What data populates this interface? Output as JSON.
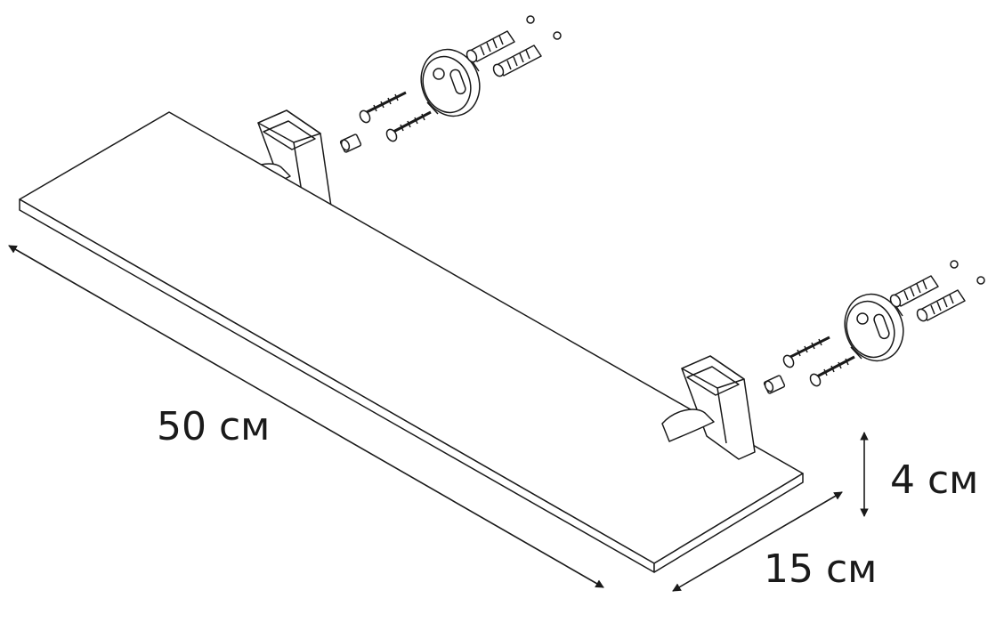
{
  "dimensions": {
    "length": "50 см",
    "height": "4 см",
    "depth": "15 см"
  },
  "colors": {
    "line": "#1a1a1a",
    "fill": "#ffffff"
  }
}
